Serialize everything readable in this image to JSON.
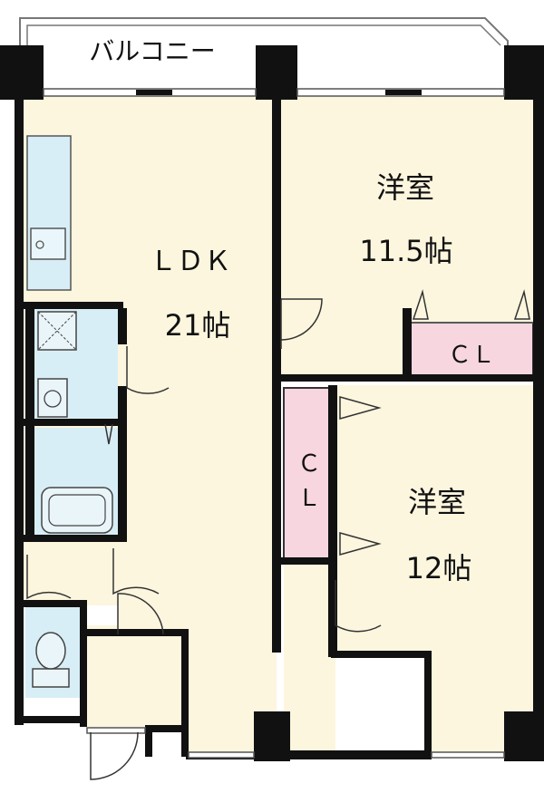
{
  "balcony": {
    "label": "バルコニー"
  },
  "rooms": {
    "ldk": {
      "name": "ＬＤＫ",
      "size": "21帖"
    },
    "western1": {
      "name": "洋室",
      "size": "11.5帖"
    },
    "western2": {
      "name": "洋室",
      "size": "12帖"
    }
  },
  "closets": {
    "cl1": {
      "label": "ＣＬ"
    },
    "cl2_line1": {
      "label": "Ｃ"
    },
    "cl2_line2": {
      "label": "Ｌ"
    }
  },
  "colors": {
    "room_floor": "#fcf6de",
    "wet_area": "#d8eef6",
    "closet": "#f7d6e0",
    "wall": "#111111"
  }
}
